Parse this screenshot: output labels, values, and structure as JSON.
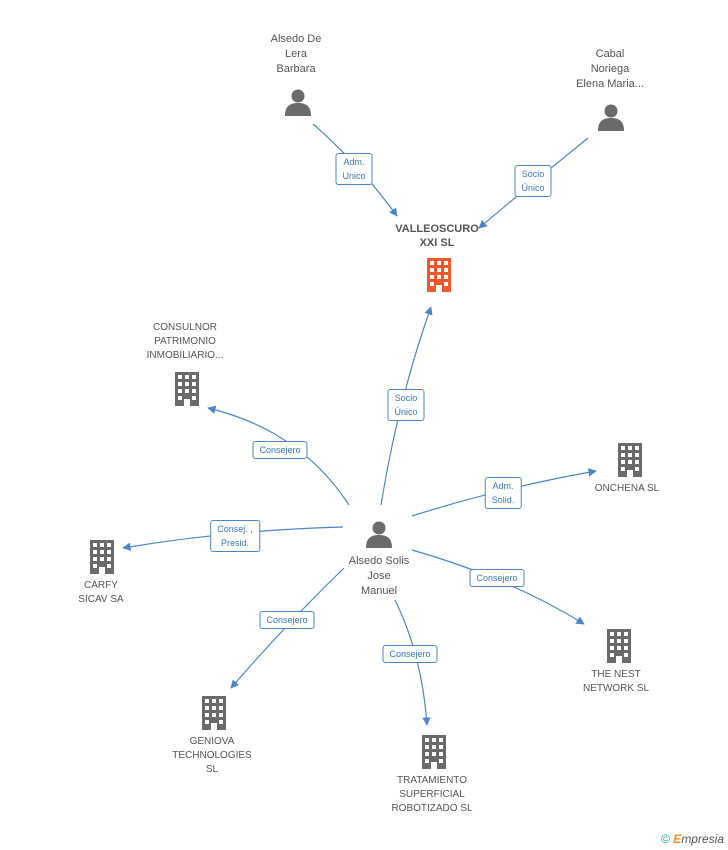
{
  "colors": {
    "edge": "#4a86c8",
    "person": "#6a6a6a",
    "company": "#6a6a6a",
    "main_company": "#f2582a"
  },
  "nodes": {
    "valleoscuro": {
      "label": "VALLEOSCURO\nXXI SL",
      "icon": "building-icon"
    },
    "alsedo_lera": {
      "label": "Alsedo De\nLera\nBarbara",
      "icon": "person-icon"
    },
    "cabal": {
      "label": "Cabal\nNoriega\nElena Maria...",
      "icon": "person-icon"
    },
    "alsedo_solis": {
      "label": "Alsedo Solis\nJose\nManuel",
      "icon": "person-icon"
    },
    "consulnor": {
      "label": "CONSULNOR\nPATRIMONIO\nINMOBILIARIO...",
      "icon": "building-icon"
    },
    "onchena": {
      "label": "ONCHENA SL",
      "icon": "building-icon"
    },
    "carfy": {
      "label": "CARFY\nSICAV SA",
      "icon": "building-icon"
    },
    "the_nest": {
      "label": "THE NEST\nNETWORK SL",
      "icon": "building-icon"
    },
    "geniova": {
      "label": "GENIOVA\nTECHNOLOGIES\nSL",
      "icon": "building-icon"
    },
    "tratamiento": {
      "label": "TRATAMIENTO\nSUPERFICIAL\nROBOTIZADO SL",
      "icon": "building-icon"
    }
  },
  "edges": {
    "e1": "Adm.\nUnico",
    "e2": "Socio\nÚnico",
    "e3": "Socio\nÚnico",
    "e4": "Consejero",
    "e5": "Adm.\nSolid.",
    "e6": "Consej. ,\nPresid.",
    "e7": "Consejero",
    "e8": "Consejero",
    "e9": "Consejero"
  },
  "footer": {
    "copyright": "©",
    "brand_first": "E",
    "brand_rest": "mpresia"
  }
}
